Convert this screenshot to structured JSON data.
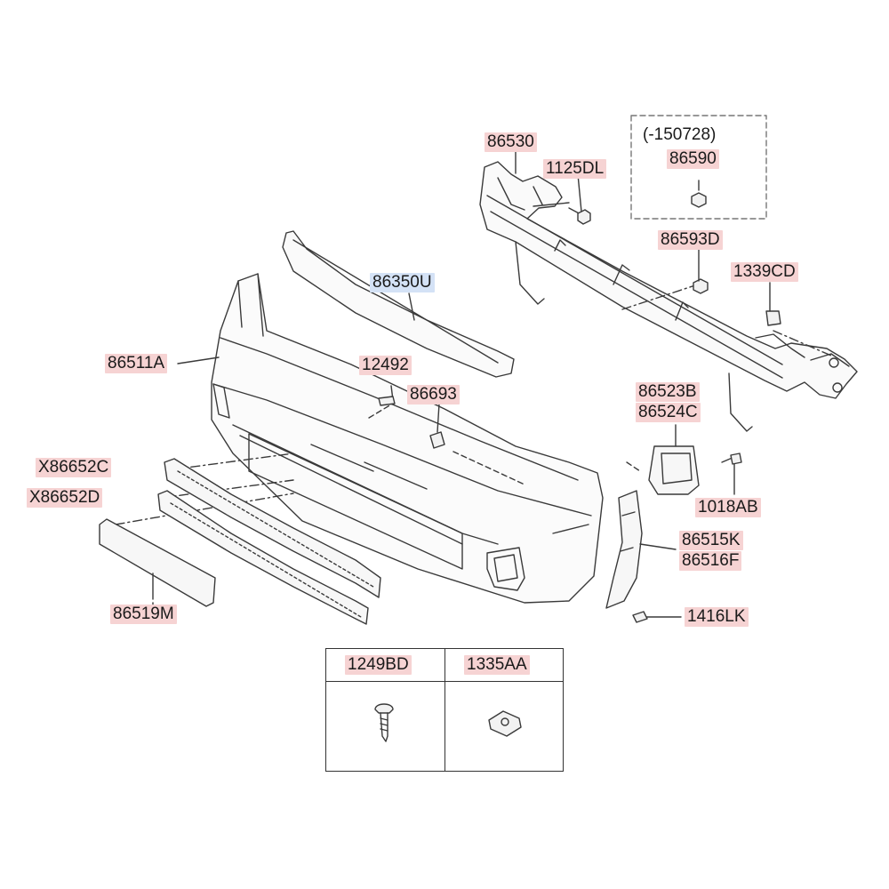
{
  "colors": {
    "label_highlight": "#f6d3d3",
    "selected_highlight": "#d4e2f6",
    "line": "#3a3a3a"
  },
  "labels": {
    "note_150728": "(-150728)",
    "p86530": "86530",
    "p1125DL": "1125DL",
    "p86590": "86590",
    "p86593D": "86593D",
    "p1339CD": "1339CD",
    "p86350U": "86350U",
    "p86511A": "86511A",
    "p12492": "12492",
    "p86693": "86693",
    "p86523B": "86523B",
    "p86524C": "86524C",
    "p1018AB": "1018AB",
    "pX86652C": "X86652C",
    "pX86652D": "X86652D",
    "p86515K": "86515K",
    "p86516F": "86516F",
    "p86519M": "86519M",
    "p1416LK": "1416LK"
  },
  "legend": {
    "col1": "1249BD",
    "col2": "1335AA"
  }
}
